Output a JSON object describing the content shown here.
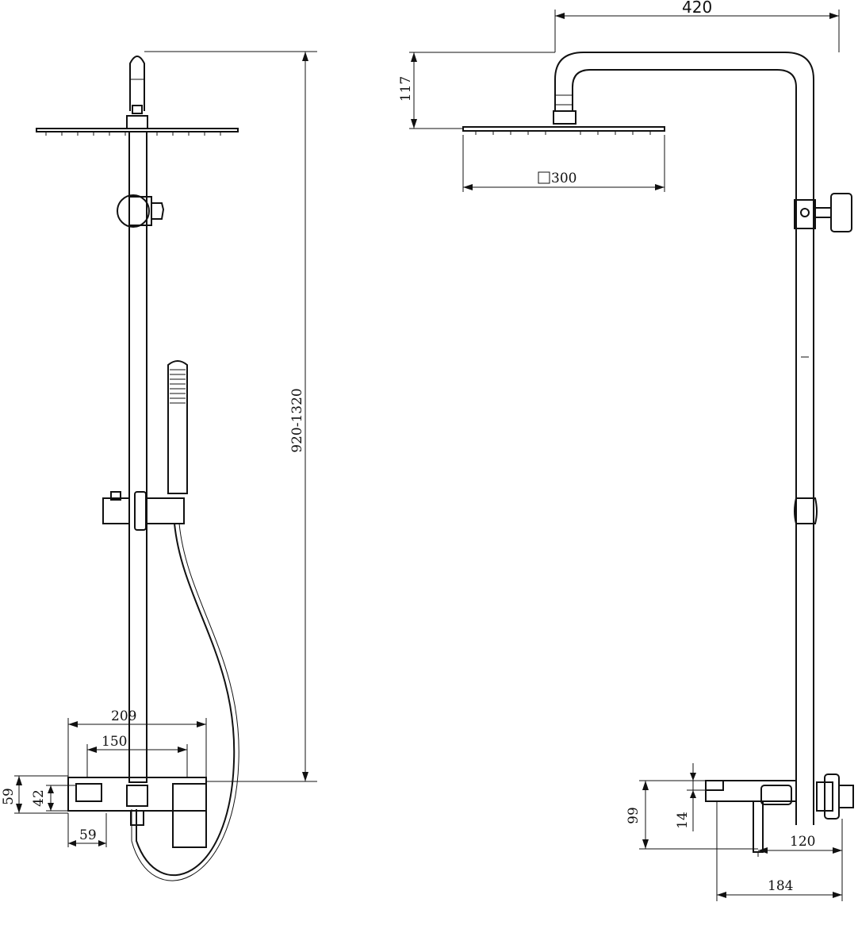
{
  "drawing": {
    "front_view": {
      "dim_height": "920-1320",
      "dim_209": "209",
      "dim_150": "150",
      "dim_59_vertical": "59",
      "dim_42": "42",
      "dim_59_horizontal": "59"
    },
    "side_view": {
      "dim_420": "420",
      "dim_117": "117",
      "dim_300": "300",
      "dim_99": "99",
      "dim_14": "14",
      "dim_120": "120",
      "dim_184": "184"
    }
  },
  "colors": {
    "line": "#111111",
    "background": "#ffffff"
  }
}
